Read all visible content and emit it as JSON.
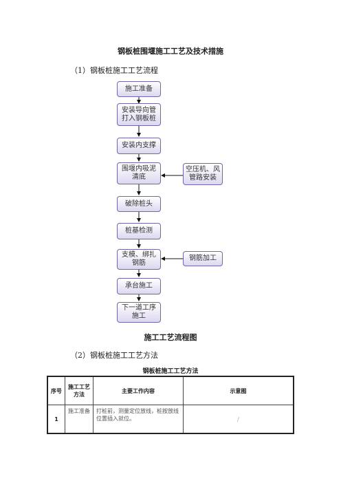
{
  "document": {
    "title": "钢板桩围堰施工工艺及技术措施",
    "section1_heading": "（1）钢板桩施工工艺流程",
    "flow_caption": "施工工艺流程图",
    "section2_heading": "（2）钢板桩施工工艺方法",
    "table_title": "钢板桩施工工艺方法"
  },
  "flowchart": {
    "main_steps": [
      "施工准备",
      "安装导向管打入钢板桩",
      "安装内支撑",
      "围堰内吸泥清底",
      "破除桩头",
      "桩基检测",
      "支模、绑扎钢筋",
      "承台施工",
      "下一道工序施工"
    ],
    "side_steps": [
      "空压机、风管路安装",
      "钢筋加工"
    ]
  },
  "table": {
    "headers": [
      "序号",
      "施工工艺方法",
      "主要工作内容",
      "示意图"
    ],
    "rows": [
      {
        "no": "1",
        "method": "施工准备",
        "content": "打桩前，测量定位放线，桩按放线位置插入就位。",
        "diagram": "/"
      }
    ]
  }
}
